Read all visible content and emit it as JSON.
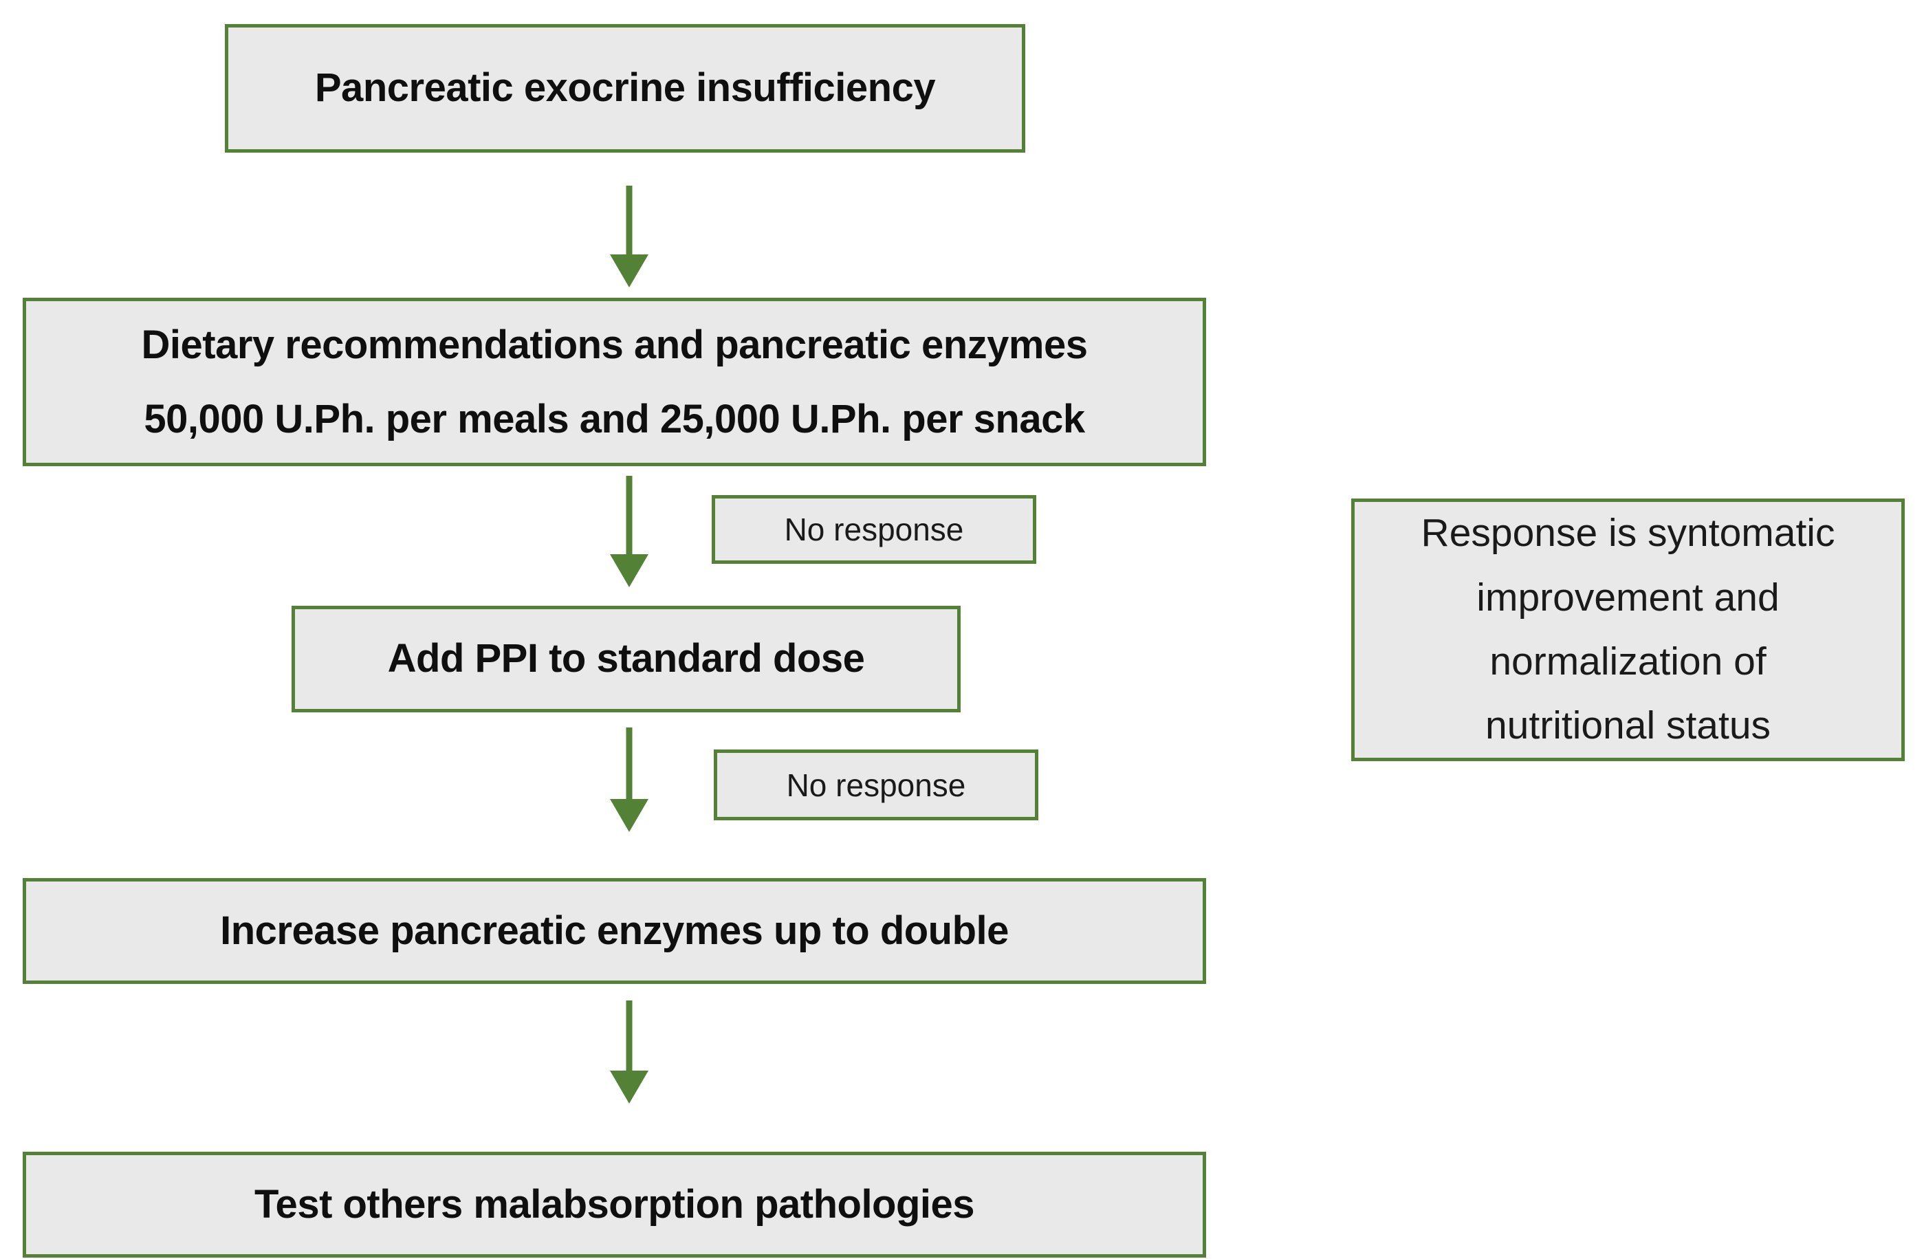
{
  "figure": {
    "type": "flowchart",
    "topic": "Pancreatic exocrine insufficiency treatment algorithm"
  },
  "flow": {
    "step1_label": "Pancreatic exocrine insufficiency",
    "step2_line1": "Dietary recommendations and pancreatic enzymes",
    "step2_line2": "50,000 U.Ph. per meals and 25,000 U.Ph. per snack",
    "no_response_1": "No response",
    "step3_label": "Add PPI to standard dose",
    "no_response_2": "No response",
    "step4_label": "Increase pancreatic enzymes up to double",
    "step5_label": "Test others malabsorption pathologies"
  },
  "side_note": {
    "line1": "Response is syntomatic",
    "line2": "improvement and",
    "line3": "normalization of",
    "line4": "nutritional status"
  },
  "colors": {
    "border_green": "#538135",
    "arrow_green": "#538135",
    "box_fill": "#e9e9e9",
    "text": "#0f0f0f"
  }
}
